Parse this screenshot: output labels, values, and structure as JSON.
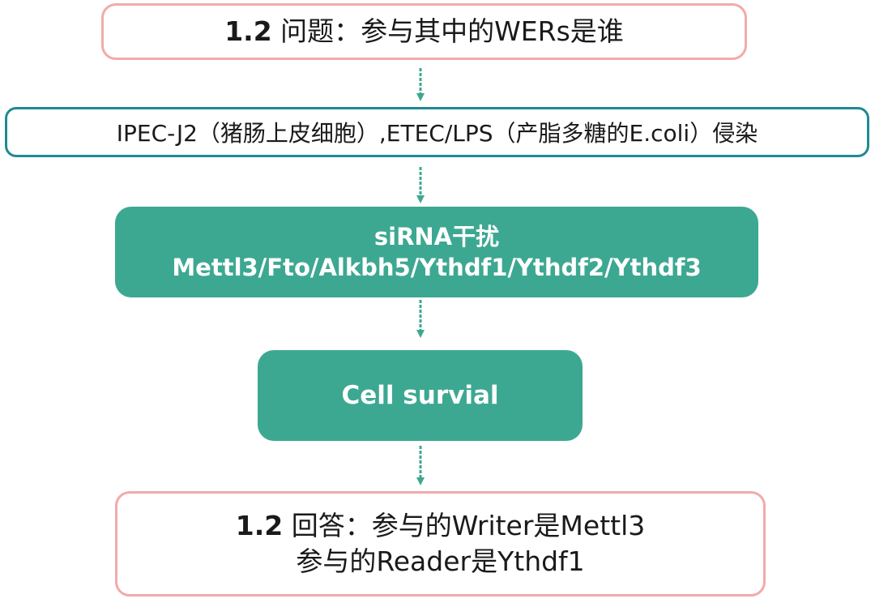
{
  "colors": {
    "pink_border": "#f2aaaa",
    "teal_border": "#1f8a93",
    "teal_fill": "#3da891",
    "arrow": "#3da891"
  },
  "question_box": {
    "number": "1.2",
    "text": " 问题：参与其中的WERs是谁"
  },
  "condition_box": {
    "text": "IPEC-J2（猪肠上皮细胞）,ETEC/LPS（产脂多糖的E.coli）侵染"
  },
  "sirna_box": {
    "line1": "siRNA干扰",
    "line2": "Mettl3/Fto/Alkbh5/Ythdf1/Ythdf2/Ythdf3"
  },
  "survival_box": {
    "text": "Cell survial"
  },
  "answer_box": {
    "number": "1.2",
    "line1": " 回答：参与的Writer是Mettl3",
    "line2": "参与的Reader是Ythdf1"
  }
}
